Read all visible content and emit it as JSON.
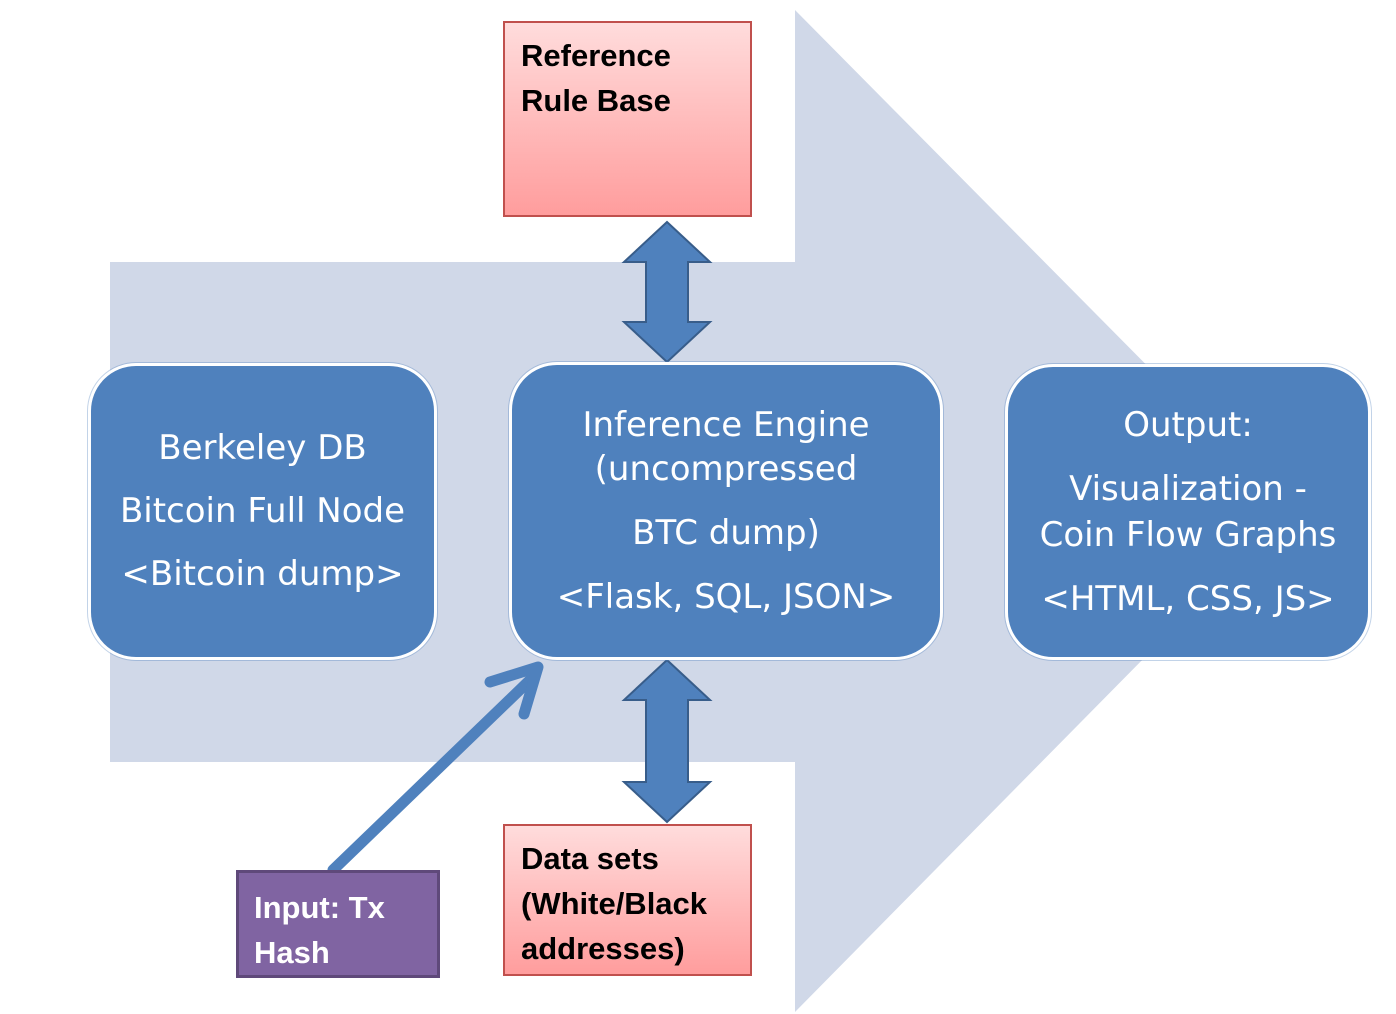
{
  "colors": {
    "background_arrow": "#d0d8e8",
    "process_box": "#4f81bd",
    "process_text": "#ffffff",
    "connector_arrow": "#4f81bd",
    "connector_outline": "#385d8a",
    "resource_box_top": "#ffdcdc",
    "resource_box_bottom": "#ff9d9d",
    "resource_border": "#c0504d",
    "input_box": "#8064a2"
  },
  "source_node": {
    "lines": [
      "Berkeley DB",
      "Bitcoin Full Node",
      "<Bitcoin dump>"
    ]
  },
  "engine_node": {
    "lines": [
      "Inference Engine",
      "(uncompressed",
      "BTC dump)",
      "<Flask, SQL, JSON>"
    ]
  },
  "output_node": {
    "lines": [
      "Output:",
      "Visualization -",
      "Coin Flow Graphs",
      "<HTML, CSS, JS>"
    ]
  },
  "rule_base": {
    "lines": [
      "Reference",
      "Rule Base"
    ]
  },
  "data_sets": {
    "lines": [
      "Data sets",
      "(White/Black",
      "addresses)"
    ]
  },
  "input": {
    "lines": [
      "Input: Tx",
      "Hash"
    ]
  }
}
